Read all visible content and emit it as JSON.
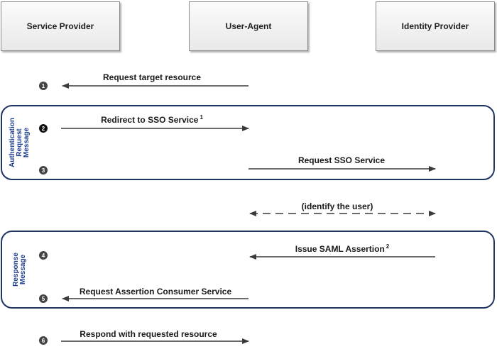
{
  "actors": [
    {
      "label": "Service Provider"
    },
    {
      "label": "User-Agent"
    },
    {
      "label": "Identity Provider"
    }
  ],
  "groups": [
    {
      "label": "Authentication\nRequest\nMessage"
    },
    {
      "label": "Response\nMessage"
    }
  ],
  "steps": [
    {
      "number": "1",
      "label": "Request target resource",
      "from": "User-Agent",
      "to": "Service Provider",
      "style": "solid",
      "footnote": ""
    },
    {
      "number": "2",
      "label": "Redirect to SSO Service",
      "from": "Service Provider",
      "to": "User-Agent",
      "style": "solid",
      "footnote": "1"
    },
    {
      "number": "3",
      "label": "Request SSO Service",
      "from": "User-Agent",
      "to": "Identity Provider",
      "style": "solid",
      "footnote": ""
    },
    {
      "number": "",
      "label": "(identify the user)",
      "from": "User-Agent",
      "to": "Identity Provider",
      "style": "dashed-bidirectional",
      "footnote": ""
    },
    {
      "number": "4",
      "label": "Issue SAML Assertion",
      "from": "Identity Provider",
      "to": "User-Agent",
      "style": "solid",
      "footnote": "2"
    },
    {
      "number": "5",
      "label": "Request Assertion Consumer Service",
      "from": "User-Agent",
      "to": "Service Provider",
      "style": "solid",
      "footnote": ""
    },
    {
      "number": "6",
      "label": "Respond with requested resource",
      "from": "Service Provider",
      "to": "User-Agent",
      "style": "solid",
      "footnote": ""
    }
  ],
  "colors": {
    "group_border": "#1f3564",
    "group_label": "#1f3f8f",
    "arrow": "#3a3a3a"
  }
}
